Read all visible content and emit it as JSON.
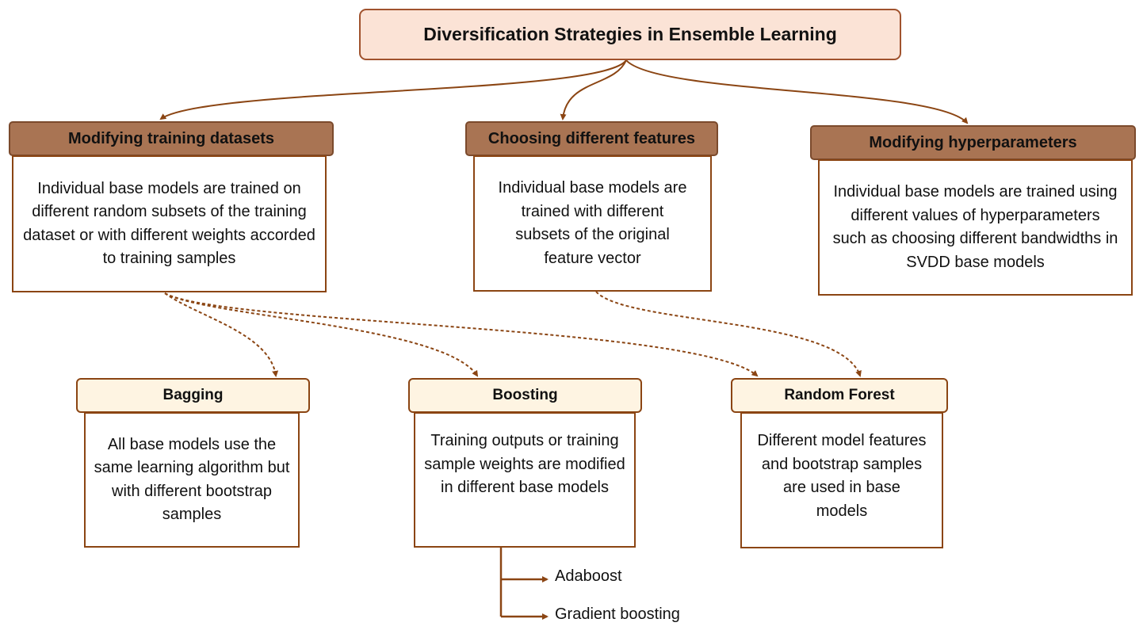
{
  "title": "Diversification Strategies in Ensemble Learning",
  "strategies": [
    {
      "header": "Modifying training datasets",
      "body": "Individual base models are trained on different random subsets of the training dataset or with different weights accorded to training samples"
    },
    {
      "header": "Choosing different features",
      "body": "Individual base models are trained with different subsets of the original feature vector"
    },
    {
      "header": "Modifying hyperparameters",
      "body": "Individual base models are trained using different values of hyperparameters such as choosing different bandwidths in SVDD base models"
    }
  ],
  "methods": [
    {
      "header": "Bagging",
      "body": "All base models use the same learning algorithm but with different bootstrap samples"
    },
    {
      "header": "Boosting",
      "body": "Training outputs or training sample weights are modified in different base models"
    },
    {
      "header": "Random Forest",
      "body": "Different model features and bootstrap samples are used in base models"
    }
  ],
  "boosting_variants": [
    "Adaboost",
    "Gradient boosting"
  ],
  "colors": {
    "accent": "#8b4513",
    "header_fill": "#a97453",
    "root_fill": "#fbe3d6",
    "method_fill": "#fef4e2"
  }
}
